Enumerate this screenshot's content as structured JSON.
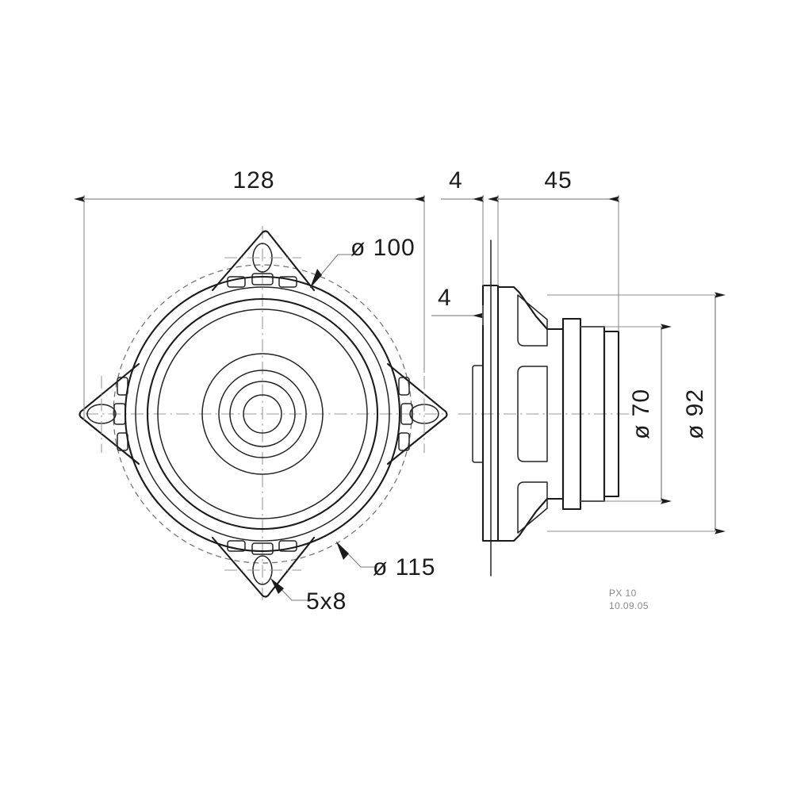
{
  "document": {
    "type": "engineering-drawing",
    "subject": "loudspeaker-dimensional-drawing",
    "background_color": "#ffffff",
    "line_color": "#1b1b1b",
    "dimension_color": "#6f6f6f"
  },
  "views": {
    "front": {
      "name": "front-view",
      "label": "front view of speaker with four mounting tabs"
    },
    "side": {
      "name": "side-view",
      "label": "side section view of speaker basket and magnet"
    }
  },
  "dimensions": {
    "overall_width": "128",
    "flange_thickness_top": "4",
    "flange_thickness_side": "4",
    "depth": "45",
    "cutout_diameter": "ø 100",
    "bolt_circle_diameter": "ø 115",
    "magnet_diameter": "ø 70",
    "basket_diameter": "ø 92",
    "slot_size": "5x8"
  },
  "title_block": {
    "model": "PX 10",
    "date": "10.09.05"
  }
}
